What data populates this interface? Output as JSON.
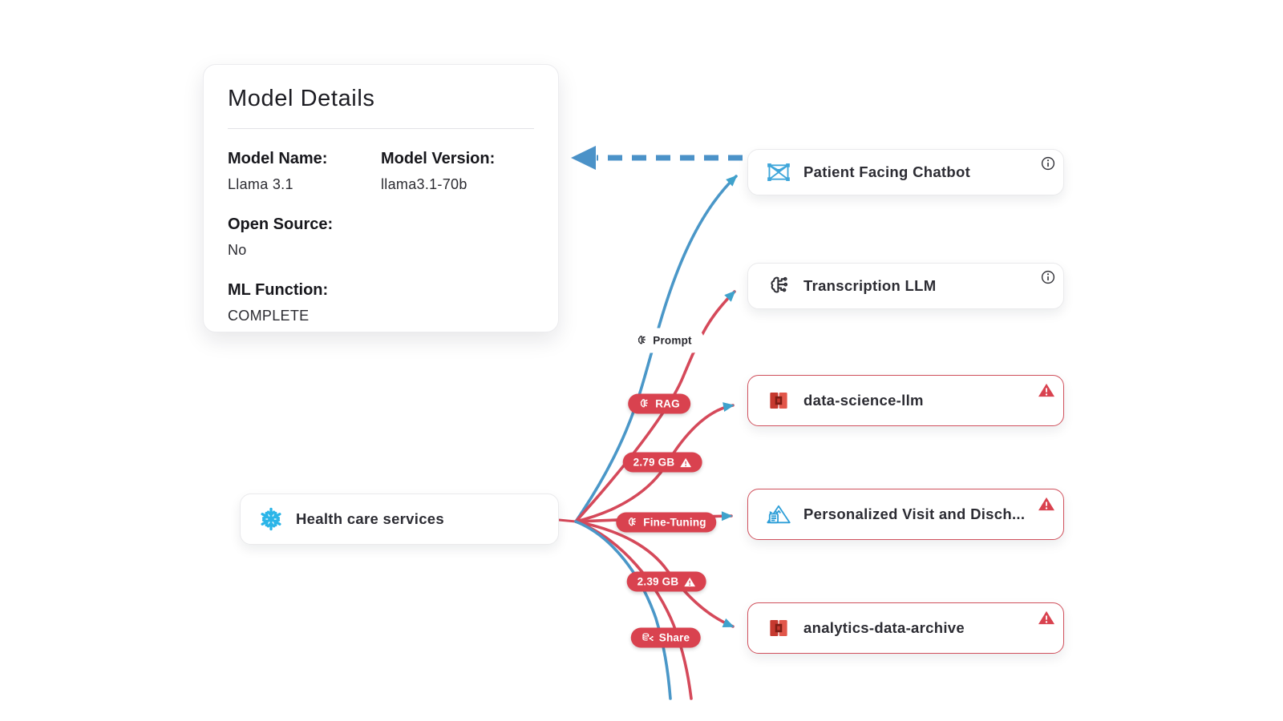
{
  "colors": {
    "blue": "#4a97c8",
    "arrow": "#3fa2cc",
    "red": "#d5495a",
    "pill-red": "#d9424f",
    "border-red": "#d0505c",
    "snowflake-blue": "#2bb5e8",
    "icon-blue": "#3fa6da",
    "text-dark": "#222228"
  },
  "model_details": {
    "title": "Model Details",
    "fields": [
      {
        "label": "Model Name:",
        "value": "Llama 3.1"
      },
      {
        "label": "Model Version:",
        "value": "llama3.1-70b"
      },
      {
        "label": "Open Source:",
        "value": "No"
      },
      {
        "label": "ML Function:",
        "value": "COMPLETE"
      }
    ]
  },
  "source_node": {
    "label": "Health care services",
    "icon": "snowflake-icon"
  },
  "target_nodes": [
    {
      "label": "Patient Facing Chatbot",
      "icon": "network-icon",
      "status": "normal",
      "has_info": true,
      "has_warning": false
    },
    {
      "label": "Transcription LLM",
      "icon": "brain-circuit-icon",
      "status": "normal",
      "has_info": true,
      "has_warning": false
    },
    {
      "label": "data-science-llm",
      "icon": "redshift-icon",
      "status": "warning",
      "has_info": false,
      "has_warning": true
    },
    {
      "label": "Personalized Visit and Disch...",
      "icon": "mountain-doc-icon",
      "status": "warning",
      "has_info": false,
      "has_warning": true
    },
    {
      "label": "analytics-data-archive",
      "icon": "redshift-icon",
      "status": "warning",
      "has_info": false,
      "has_warning": true
    }
  ],
  "edge_labels": [
    {
      "text": "Prompt",
      "style": "light",
      "icon": "brain-circuit-icon",
      "warning": false
    },
    {
      "text": "RAG",
      "style": "red",
      "icon": "brain-circuit-icon",
      "warning": false
    },
    {
      "text": "2.79 GB",
      "style": "red",
      "icon": null,
      "warning": true
    },
    {
      "text": "Fine-Tuning",
      "style": "red",
      "icon": "brain-circuit-icon",
      "warning": false
    },
    {
      "text": "2.39 GB",
      "style": "red",
      "icon": null,
      "warning": true
    },
    {
      "text": "Share",
      "style": "red",
      "icon": "db-share-icon",
      "warning": false
    }
  ]
}
